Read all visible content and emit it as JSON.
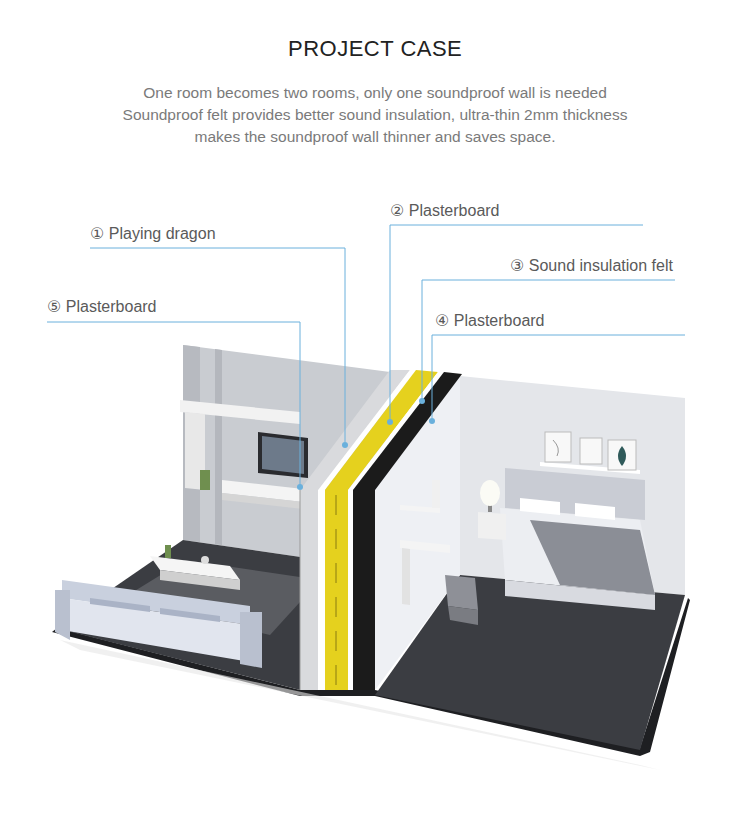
{
  "diagram": {
    "title": "PROJECT CASE",
    "caption": "One room becomes two rooms, only one soundproof wall is needed Soundproof felt provides better sound insulation, ultra-thin 2mm thickness makes the soundproof wall thinner and saves space.",
    "labels": [
      "① Playing dragon",
      "② Plasterboard",
      "③ Sound insulation felt",
      "④ Plasterboard",
      "⑤ Plasterboard"
    ]
  }
}
